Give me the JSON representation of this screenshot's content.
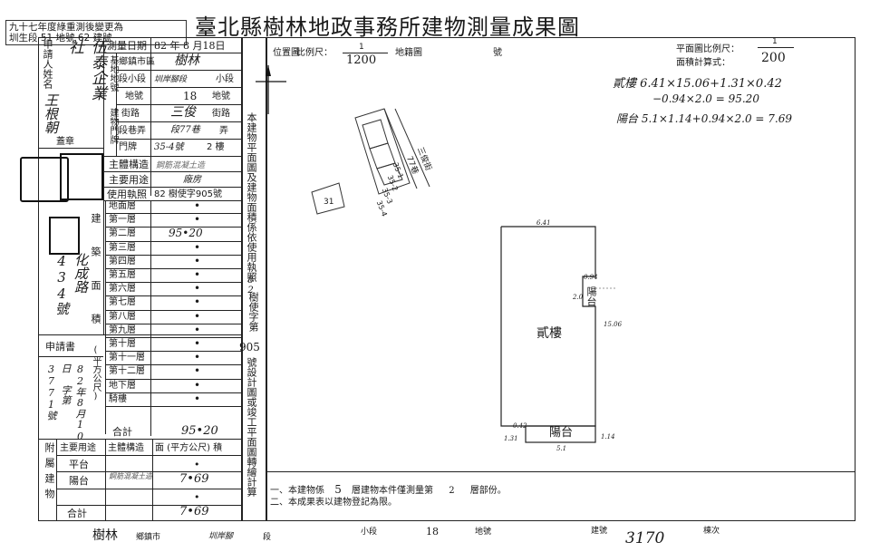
{
  "header": {
    "title": "臺北縣樹林地政事務所建物測量成果圖",
    "note_line1": "九十七年度綠重測後變更為",
    "note_line2": "圳生段 51 地號 62 建號"
  },
  "left_table": {
    "applicant_label": "申請人姓名",
    "applicant_name": "伍泰企業社",
    "applicant_rep": "王根朝",
    "seal_label": "蓋章",
    "address": "化成路434號",
    "survey_date_label": "測量日期",
    "survey_date_value": "82 年 8 月18日",
    "rows": [
      {
        "group": "基地地號",
        "label": "鄉鎮市區",
        "value": "樹林",
        "suffix": ""
      },
      {
        "group": "",
        "label": "段小段",
        "value": "圳岸腳段",
        "suffix": "小段"
      },
      {
        "group": "",
        "label": "地號",
        "value": "18",
        "suffix": "地號"
      },
      {
        "group": "建物門牌",
        "label": "街路",
        "value": "三俊",
        "suffix": "街路"
      },
      {
        "group": "",
        "label": "段巷弄",
        "value": "段77巷",
        "suffix": "弄"
      },
      {
        "group": "",
        "label": "門牌",
        "value": "35-4號",
        "suffix": "2 樓"
      }
    ],
    "structure_label": "主體構造",
    "structure_value": "鋼筋混凝土造",
    "usage_label": "主要用途",
    "usage_value": "廠房",
    "permit_label": "使用執照",
    "permit_value": "82 樹使字905號",
    "area_group": "建築面積",
    "floors": [
      {
        "label": "地面層",
        "value": "•"
      },
      {
        "label": "第一層",
        "value": "•"
      },
      {
        "label": "第二層",
        "value": "95•20"
      },
      {
        "label": "第三層",
        "value": "•"
      },
      {
        "label": "第四層",
        "value": "•"
      },
      {
        "label": "第五層",
        "value": "•"
      },
      {
        "label": "第六層",
        "value": "•"
      },
      {
        "label": "第七層",
        "value": "•"
      },
      {
        "label": "第八層",
        "value": "•"
      },
      {
        "label": "第九層",
        "value": "•"
      },
      {
        "label": "第十層",
        "value": "•"
      },
      {
        "label": "第十一層",
        "value": "•"
      },
      {
        "label": "第十二層",
        "value": "•"
      },
      {
        "label": "地下層",
        "value": "•"
      },
      {
        "label": "騎樓",
        "value": "•"
      }
    ],
    "unit_label": "(平方公尺)",
    "total_label": "合計",
    "total_value": "95•20",
    "application_label": "申請書",
    "application_value": "82年8月10日 字第3771號",
    "attached_label": "附屬建物",
    "attached_header": {
      "usage": "主要用途",
      "structure": "主體構造",
      "area": "面 (平方公尺) 積"
    },
    "attached_rows": [
      {
        "usage": "平台",
        "structure": "",
        "area": "•"
      },
      {
        "usage": "陽台",
        "structure": "鋼筋混凝土造",
        "area": "7•69"
      },
      {
        "usage": "",
        "structure": "",
        "area": "•"
      }
    ],
    "attached_total_label": "合計",
    "attached_total_value": "7•69"
  },
  "middle_column": {
    "vertical_text": "本建物平面圖及建物面積係依使用執照",
    "vertical_text2": "樹使字第",
    "permit_year": "82",
    "permit_no": "905",
    "vertical_text3": "號設計圖或竣工平面圖轉繪計算"
  },
  "location_map": {
    "title": "位置圖",
    "scale_label": "比例尺：",
    "scale_num": "1",
    "scale_den": "1200",
    "cadastral_label": "地籍圖",
    "number_label": "號",
    "street_label": "三俊街",
    "lane_label": "77巷",
    "houses": [
      "35-1",
      "35-2",
      "35-3",
      "35-4"
    ],
    "lot": "31"
  },
  "plan": {
    "scale_label": "平面圖比例尺：",
    "scale_num": "1",
    "scale_den": "200",
    "area_calc_label": "面積計算式：",
    "calc_line1": "貳樓 6.41×15.06+1.31×0.42",
    "calc_line2": "−0.94×2.0 = 95.20",
    "calc_line3": "陽台 5.1×1.14+0.94×2.0 = 7.69",
    "floor_label": "貳樓",
    "balcony_label": "陽台",
    "side_balcony_label": "陽台",
    "dim_top": "6.41",
    "dim_bottom": "5.1",
    "dim_side_a": "0.94",
    "dim_side_b": "2.0",
    "dim_right": "15.06",
    "dim_left_small": "0.42",
    "dim_left_b": "1.31",
    "dim_balcony_right": "1.14"
  },
  "notes": {
    "note1_prefix": "一、本建物係",
    "note1_floors": "5",
    "note1_mid": "層建物本件僅測量第",
    "note1_floor": "2",
    "note1_suffix": "層部份。",
    "note2": "二、本成果表以建物登記為限。"
  },
  "footer": {
    "town": "樹林",
    "town_label": "鄉鎮市",
    "section": "圳岸腳",
    "section_label": "段",
    "subsection_label": "小段",
    "lot_no": "18",
    "lot_label": "地號",
    "building_label": "建號",
    "building_no": "3170",
    "floor_label": "棟次"
  }
}
